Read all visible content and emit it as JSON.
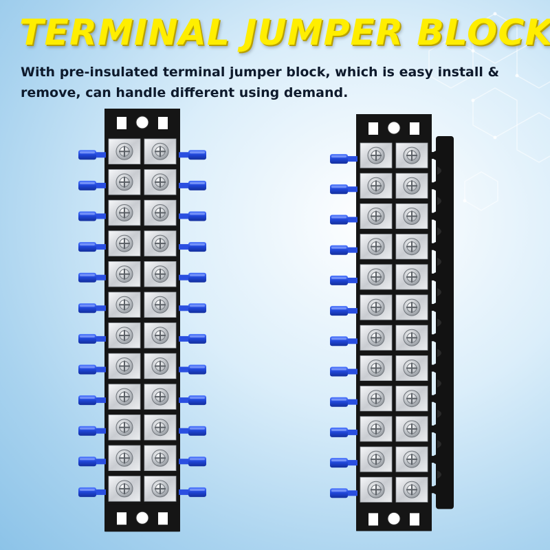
{
  "heading": {
    "title": "TERMINAL JUMPER BLOCK",
    "subtitle": "With pre-insulated terminal jumper block, which is easy install & remove, can handle different using demand."
  },
  "colors": {
    "title_yellow": "#ffee00",
    "block_black": "#151515",
    "connector_blue": "#1f45d6",
    "terminal_silver": "#d8dade"
  },
  "left_block": {
    "positions": 12,
    "wire_connectors": "both-sides",
    "jumper_bar": false
  },
  "right_block": {
    "positions": 12,
    "wire_connectors": "left-side",
    "jumper_bar": true
  }
}
